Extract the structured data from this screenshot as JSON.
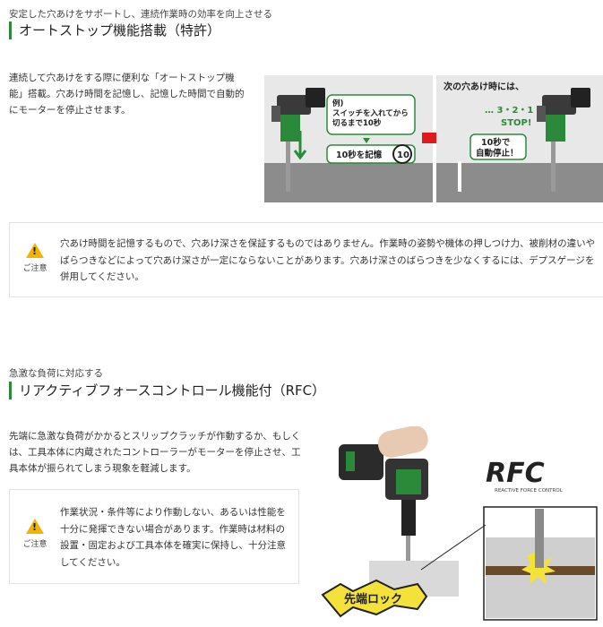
{
  "sec1": {
    "subhead": "安定した穴あけをサポートし、連続作業時の効率を向上させる",
    "heading": "オートストップ機能搭載（特許）",
    "body": [
      "連続して穴あけをする際に便利な「オートストップ機",
      "能」搭載。穴あけ時間を記憶し、記憶した時間で自動的",
      "にモーターを停止させます。"
    ],
    "illus": {
      "bubble": [
        "例)",
        "スイッチを入れてから",
        "切るまで10秒"
      ],
      "memorize": "10秒を記憶",
      "timer": "10",
      "next_title": "次の穴あけ時には、",
      "countdown": "… 3・2・1",
      "stop": "STOP!",
      "auto": [
        "10秒で",
        "自動停止！"
      ]
    },
    "note": {
      "label": "ご注意",
      "lines": [
        "穴あけ時間を記憶するもので、穴あけ深さを保証するものではありません。作業時の姿勢や機体の押しつけ力、被削材の違いや",
        "ばらつきなどによって穴あけ深さが一定にならないことがあります。穴あけ深さのばらつきを少なくするには、デプスゲージを",
        "併用してください。"
      ]
    }
  },
  "sec2": {
    "subhead": "急激な負荷に対応する",
    "heading": "リアクティブフォースコントロール機能付（RFC）",
    "body": [
      "先端に急激な負荷がかかるとスリップクラッチが作動するか、もしく",
      "は、工具本体に内蔵されたコントローラーがモーターを停止させ、工",
      "具本体が振られてしまう現象を軽減します。"
    ],
    "note": {
      "label": "ご注意",
      "lines": [
        "作業状況・条件等により作動しない、あるいは性能を",
        "十分に発揮できない場合があります。作業時は材料の",
        "設置・固定および工具本体を確実に保持し、十分注意",
        "してください。"
      ]
    },
    "logo": "RFC",
    "logo_sub": "REACTIVE FORCE CONTROL",
    "lock_label": "先端ロック"
  }
}
